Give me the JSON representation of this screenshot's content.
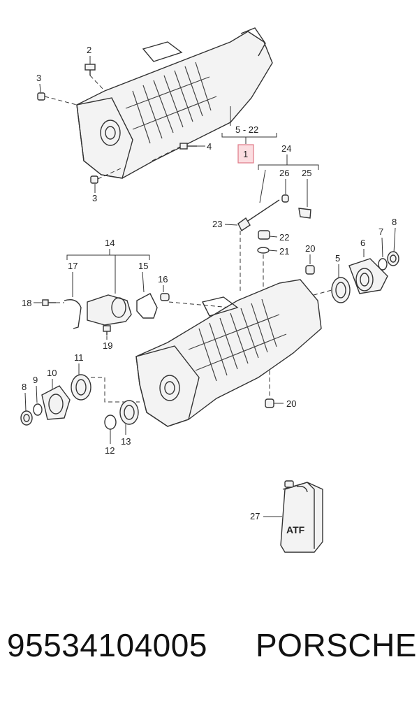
{
  "diagram": {
    "callouts": {
      "c1": "1",
      "c2": "2",
      "c3a": "3",
      "c3b": "3",
      "c4": "4",
      "range": "5 - 22",
      "c5": "5",
      "c6": "6",
      "c7": "7",
      "c8a": "8",
      "c8b": "8",
      "c9": "9",
      "c10": "10",
      "c11": "11",
      "c12": "12",
      "c13": "13",
      "c14": "14",
      "c15": "15",
      "c16": "16",
      "c17": "17",
      "c18": "18",
      "c19": "19",
      "c20a": "20",
      "c20b": "20",
      "c21": "21",
      "c22": "22",
      "c23": "23",
      "c24": "24",
      "c25": "25",
      "c26": "26",
      "c27": "27"
    },
    "atf_label": "ATF",
    "highlight_color": "#fbdde0"
  },
  "footer": {
    "part_number": "95534104005",
    "brand": "PORSCHE"
  }
}
